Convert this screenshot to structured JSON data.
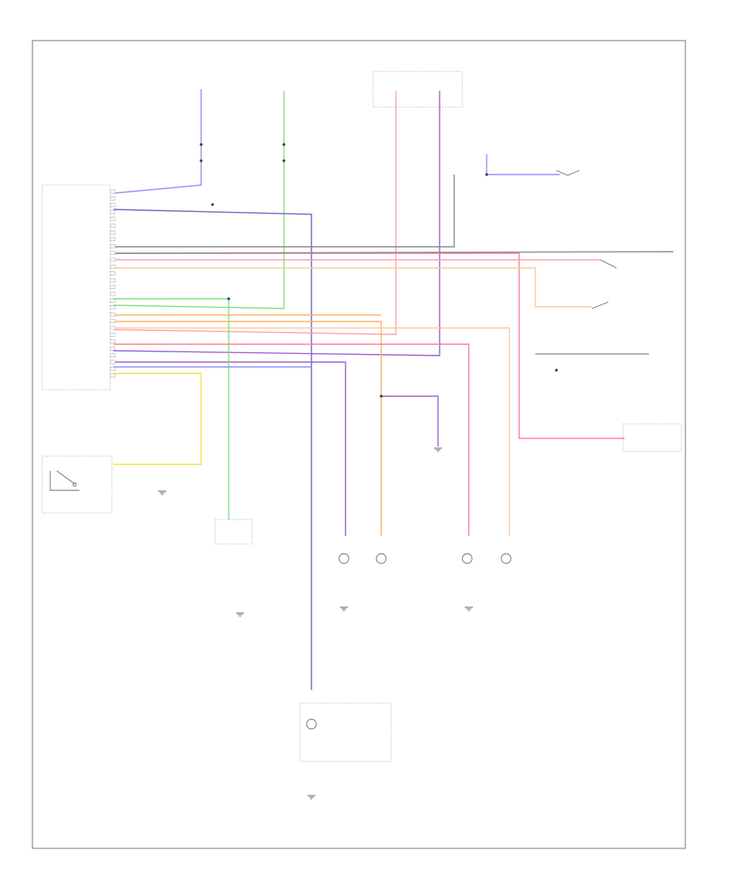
{
  "figure_number": "",
  "colors": {
    "blue": "#8f8fff",
    "green": "#7fe07f",
    "purple": "#9a5fd0",
    "pink": "#ff9fa8",
    "red_pink": "#ff7f92",
    "orange": "#ffb066",
    "light_orange": "#ffc89a",
    "yellow": "#f2e24a",
    "gray": "#888888",
    "dark_blue_purple": "#7060c0"
  },
  "wire_color_names": [
    "blue",
    "green",
    "purple",
    "pink",
    "red_pink",
    "orange",
    "light_orange",
    "yellow",
    "gray",
    "dark_blue_purple"
  ]
}
